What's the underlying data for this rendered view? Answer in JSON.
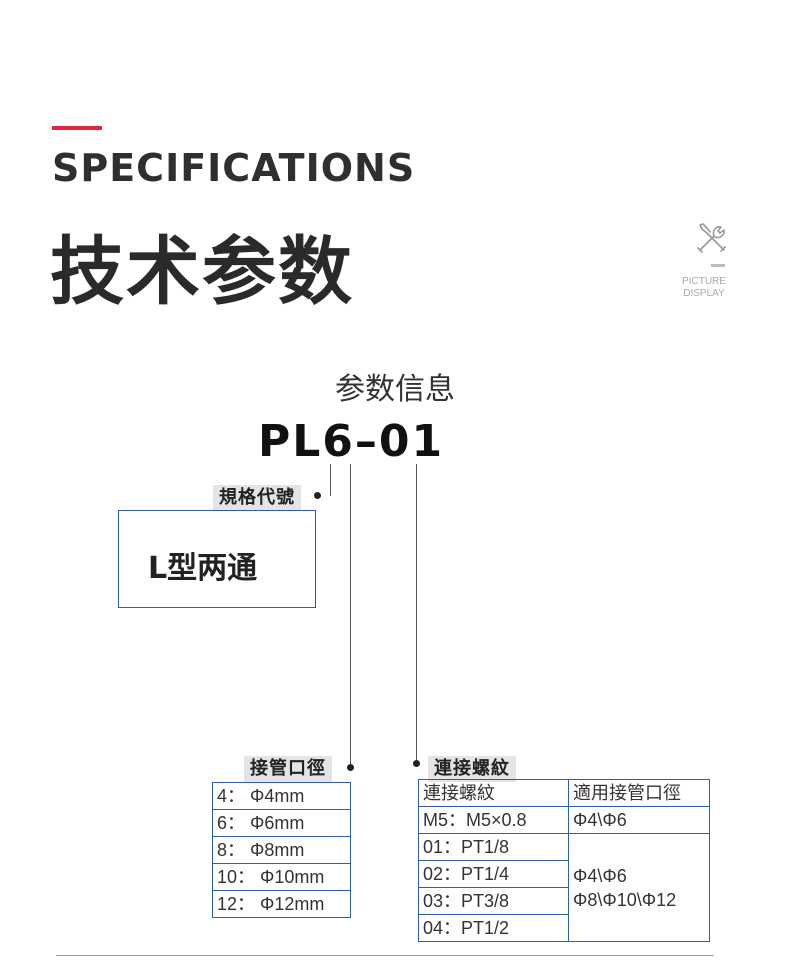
{
  "header": {
    "title_en": "SPECIFICATIONS",
    "title_cn": "技术参数",
    "badge_line1": "PICTURE",
    "badge_line2": "DISPLAY",
    "accent_color": "#e0263a",
    "icon": "tools-icon"
  },
  "info": {
    "title": "参数信息",
    "model_code": "PL6–01"
  },
  "spec": {
    "tag": "規格代號",
    "value": "L型两通"
  },
  "port": {
    "tag": "接管口徑",
    "rows": [
      "4：  Φ4mm",
      "6：  Φ6mm",
      "8：  Φ8mm",
      "10：  Φ10mm",
      "12：  Φ12mm"
    ]
  },
  "thread": {
    "tag": "連接螺紋",
    "header": [
      "連接螺紋",
      "適用接管口徑"
    ],
    "rows": [
      {
        "thread": "M5：M5×0.8",
        "fit": "Φ4\\Φ6"
      },
      {
        "thread": "01：PT1/8"
      },
      {
        "thread": "02：PT1/4"
      },
      {
        "thread": "03：PT3/8"
      },
      {
        "thread": "04：PT1/2"
      }
    ],
    "merged_fit_line1": "Φ4\\Φ6",
    "merged_fit_line2": "Φ8\\Φ10\\Φ12"
  },
  "border_color": "#2b5fa6"
}
